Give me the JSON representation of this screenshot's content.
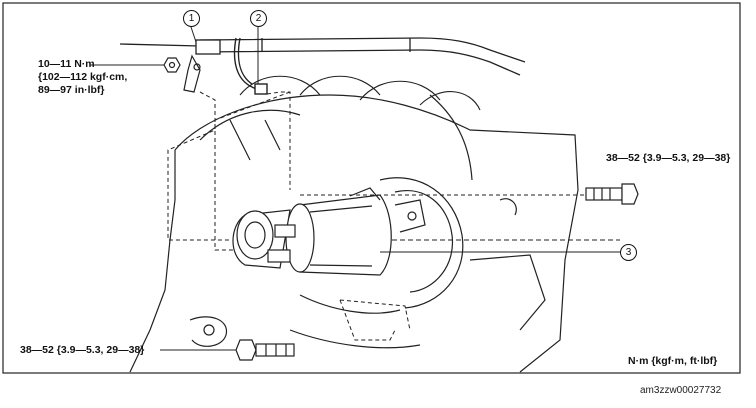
{
  "callouts": [
    "1",
    "2",
    "3"
  ],
  "torque": {
    "harness_nut": [
      "10—11 N·m",
      "{102—112 kgf·cm,",
      "89—97 in·lbf}"
    ],
    "upper_bolt": "38—52 {3.9—5.3, 29—38}",
    "lower_bolt": "38—52 {3.9—5.3, 29—38}"
  },
  "units_legend": "N·m {kgf·m, ft·lbf}",
  "figure_id": "am3zzw00027732"
}
